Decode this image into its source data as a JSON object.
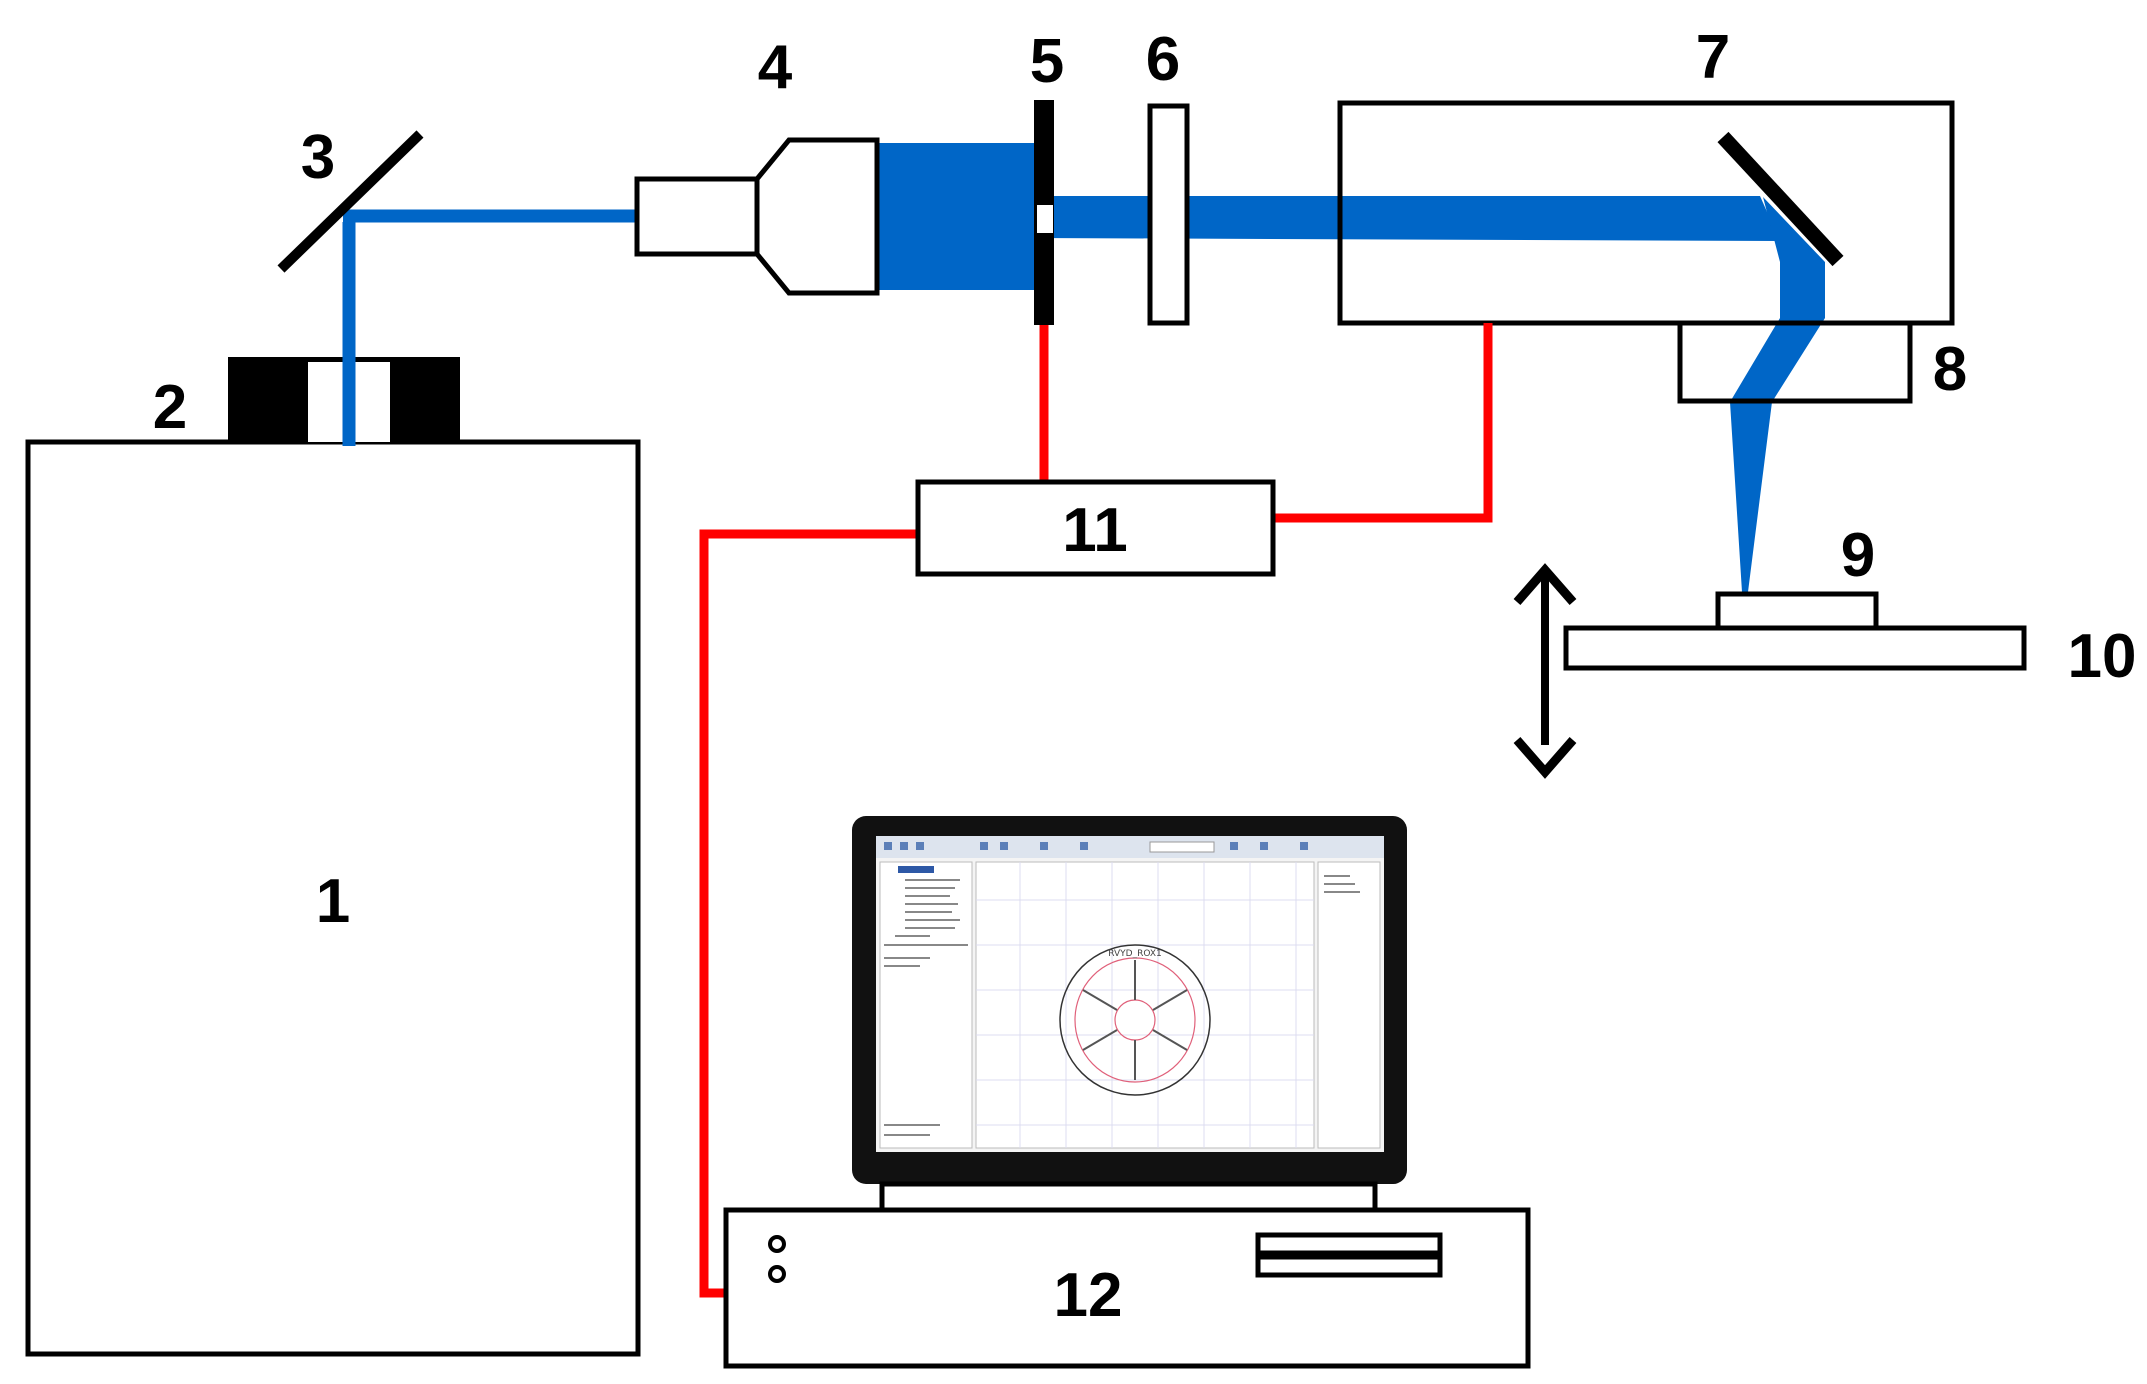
{
  "labels": {
    "laser_source": "1",
    "shutter": "2",
    "mirror": "3",
    "beam_expander": "4",
    "scanner_aperture": "5",
    "filter": "6",
    "scan_head": "7",
    "f_theta_lens": "8",
    "sample": "9",
    "stage": "10",
    "controller": "11",
    "computer": "12"
  },
  "screen": {
    "part_text": "RVYD_ROX1"
  },
  "colors": {
    "beam": "#0066c7",
    "cable": "#ff0000",
    "outline": "#000000",
    "background": "#ffffff"
  }
}
